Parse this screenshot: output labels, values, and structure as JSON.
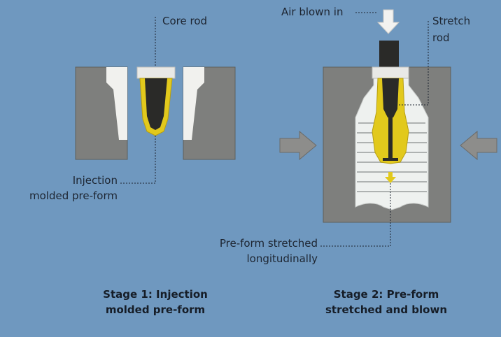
{
  "labels": {
    "core_rod": "Core rod",
    "air_blown_in": "Air blown in",
    "stretch_rod_line1": "Stretch",
    "stretch_rod_line2": "rod",
    "injection_line1": "Injection",
    "injection_line2": "molded pre-form",
    "preform_stretched_line1": "Pre-form stretched",
    "preform_stretched_line2": "longitudinally"
  },
  "captions": {
    "stage1_line1": "Stage 1: Injection",
    "stage1_line2": "molded pre-form",
    "stage2_line1": "Stage 2: Pre-form",
    "stage2_line2": "stretched and blown"
  },
  "colors": {
    "background": "#6f98bf",
    "mold": "#7e7f7d",
    "preform": "#e2c91c",
    "core_rod": "#2a2a28",
    "rod_collar": "#e9e9e6",
    "bottle_cavity": "#eef1ef",
    "arrow_fill": "#8d8d8b",
    "air_arrow": "#f2f2f0"
  }
}
